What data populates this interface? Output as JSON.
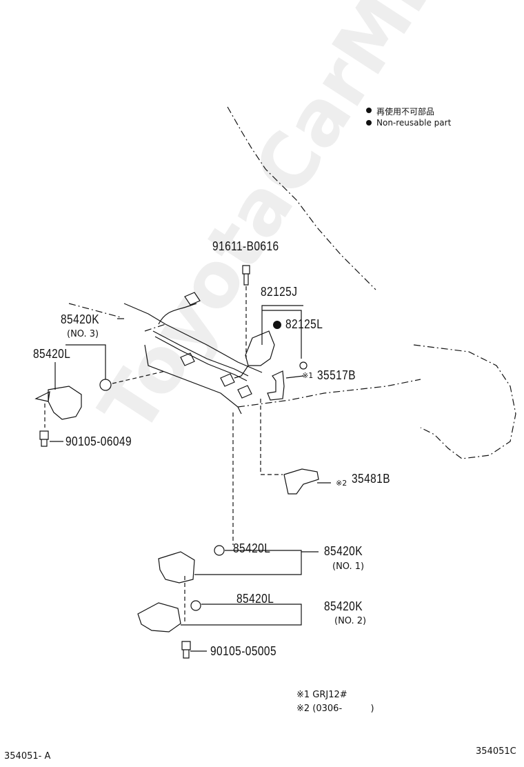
{
  "legend": {
    "line1": "再使用不可部品",
    "line2": "Non-reusable part"
  },
  "parts": {
    "bolt_top": "91611-B0616",
    "sensor_82125J": "82125J",
    "sensor_82125L": "82125L",
    "knock_85420K_top": "85420K",
    "knock_85420K_top_sub": "(NO. 3)",
    "knock_85420L_left": "85420L",
    "bolt_left": "90105-06049",
    "clamp_35517B": "35517B",
    "clamp_35481B": "35481B",
    "knock_85420L_mid": "85420L",
    "knock_85420K_no1": "85420K",
    "knock_85420K_no1_sub": "(NO. 1)",
    "knock_85420L_low": "85420L",
    "knock_85420K_no2": "85420K",
    "knock_85420K_no2_sub": "(NO. 2)",
    "bolt_bottom": "90105-05005"
  },
  "marks": {
    "mark1": "※1",
    "mark2": "※2"
  },
  "footnotes": {
    "note1": "※1 GRJ12#",
    "note2": "※2 (0306-          )"
  },
  "footer": {
    "left_code": "354051- A",
    "right_code": "354051C"
  },
  "watermark": "ToyotaCarMine.ru"
}
